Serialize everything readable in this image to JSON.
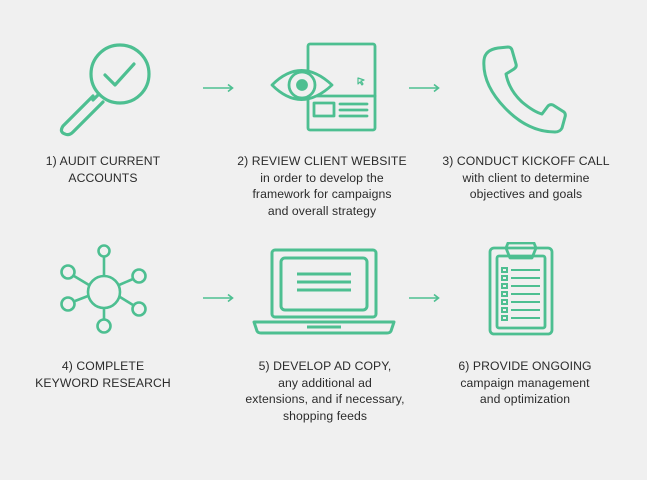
{
  "accent_color": "#4dbf91",
  "steps": [
    {
      "icon": "magnifier-check-icon",
      "heading": "1) AUDIT CURRENT",
      "heading2": "ACCOUNTS",
      "body": []
    },
    {
      "icon": "eye-website-icon",
      "heading": "2) REVIEW CLIENT WEBSITE",
      "body": [
        "in order to develop the",
        "framework for campaigns",
        "and overall strategy"
      ]
    },
    {
      "icon": "phone-icon",
      "heading": "3) CONDUCT KICKOFF CALL",
      "body": [
        "with client to determine",
        "objectives and goals"
      ]
    },
    {
      "icon": "network-nodes-icon",
      "heading": "4) COMPLETE",
      "heading2": "KEYWORD RESEARCH",
      "body": []
    },
    {
      "icon": "laptop-icon",
      "heading": "5) DEVELOP AD COPY,",
      "body": [
        "any additional ad",
        "extensions, and if necessary,",
        "shopping feeds"
      ]
    },
    {
      "icon": "clipboard-list-icon",
      "heading": "6) PROVIDE ONGOING",
      "body": [
        "campaign management",
        "and optimization"
      ]
    }
  ]
}
